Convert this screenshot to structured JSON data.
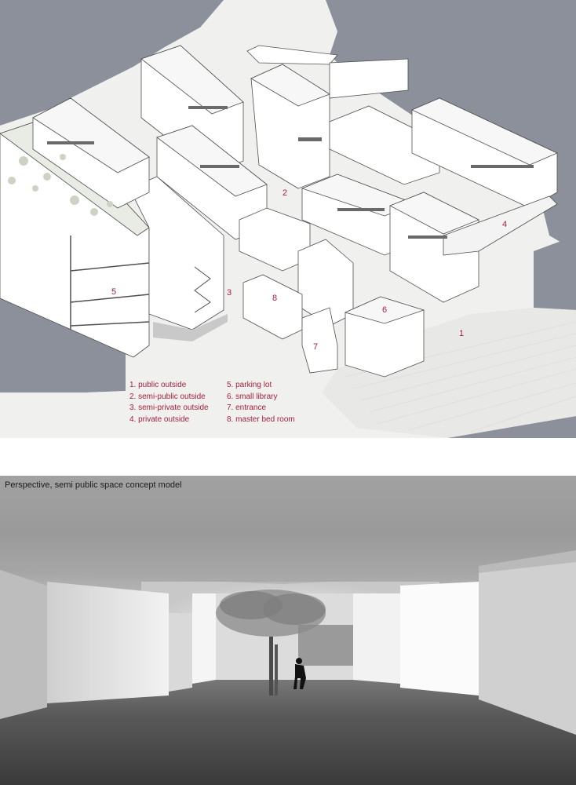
{
  "diagram": {
    "zone_labels": [
      {
        "id": "1",
        "text": "1"
      },
      {
        "id": "2",
        "text": "2"
      },
      {
        "id": "3",
        "text": "3"
      },
      {
        "id": "4",
        "text": "4"
      },
      {
        "id": "5",
        "text": "5"
      },
      {
        "id": "6",
        "text": "6"
      },
      {
        "id": "7",
        "text": "7"
      },
      {
        "id": "8",
        "text": "8"
      }
    ],
    "legend": {
      "left": [
        "1. public outside",
        "2. semi-public outside",
        "3. semi-private outside",
        "4. private outside"
      ],
      "right": [
        "5. parking lot",
        "6. small library",
        "7. entrance",
        "8. master bed room"
      ]
    },
    "colors": {
      "accent": "#a3223b",
      "context_blocks": "#8b909b",
      "ground": "#f0f0ef",
      "building": "#ffffff"
    }
  },
  "photo": {
    "caption": "Perspective, semi public space concept model"
  }
}
